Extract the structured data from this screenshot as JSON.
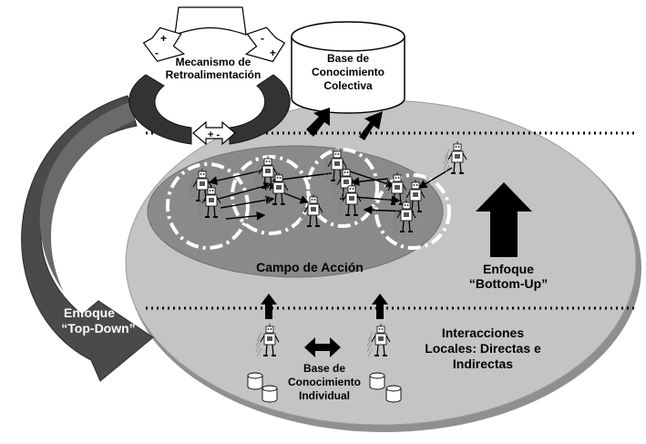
{
  "labels": {
    "feedback_line1": "Mecanismo de",
    "feedback_line2": "Retroalimentación",
    "collective_line1": "Base de",
    "collective_line2": "Conocimiento",
    "collective_line3": "Colectiva",
    "field": "Campo de Acción",
    "bottom_up_line1": "Enfoque",
    "bottom_up_line2": "“Bottom-Up”",
    "top_down_line1": "Enfoque",
    "top_down_line2": "“Top-Down”",
    "interactions_line1": "Interacciones",
    "interactions_line2": "Locales: Directas e",
    "interactions_line3": "Indirectas",
    "individual_line1": "Base de",
    "individual_line2": "Conocimiento",
    "individual_line3": "Individual"
  },
  "signs": {
    "plus": "+",
    "minus": "-",
    "plus_minus": "+  -"
  },
  "colors": {
    "outer_ellipse": "#c4c4c4",
    "field_ellipse": "#8a8a8a",
    "arrow_dark": "#3a3a3a",
    "arrow_black": "#000000"
  },
  "agents": {
    "field_count": 12,
    "bottom_count": 2
  }
}
